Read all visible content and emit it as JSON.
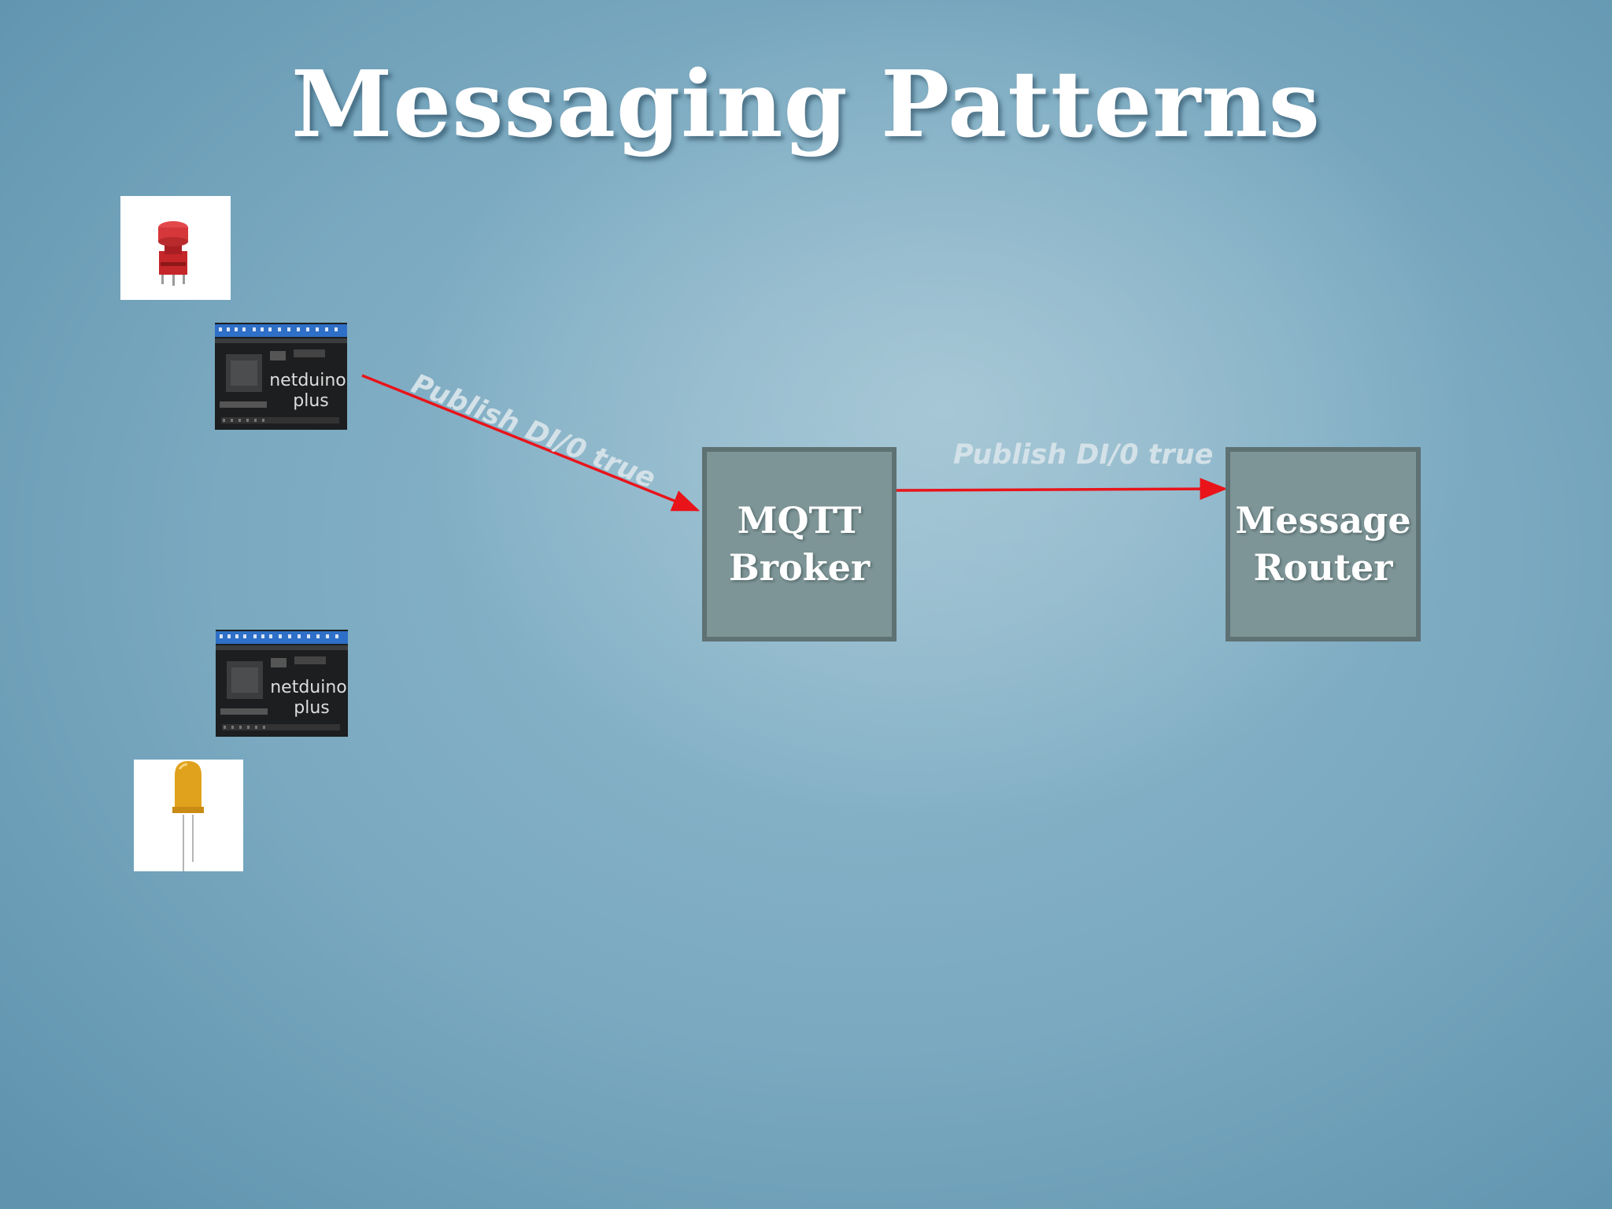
{
  "slide": {
    "title": "Messaging Patterns"
  },
  "devices": {
    "button_icon": "push-button-icon",
    "board_top_icon": "netduino-plus-board-icon",
    "board_top_label": "netduino plus",
    "board_bottom_icon": "netduino-plus-board-icon",
    "board_bottom_label": "netduino plus",
    "led_icon": "led-icon"
  },
  "nodes": {
    "broker": {
      "line1": "MQTT",
      "line2": "Broker"
    },
    "router": {
      "line1": "Message",
      "line2": "Router"
    }
  },
  "edges": [
    {
      "from": "netduino-top",
      "to": "mqtt-broker",
      "label": "Publish DI/0 true"
    },
    {
      "from": "mqtt-broker",
      "to": "message-router",
      "label": "Publish DI/0 true"
    }
  ],
  "colors": {
    "arrow": "#e8141a",
    "box_fill": "#7e9597",
    "box_border": "#5e7173"
  }
}
